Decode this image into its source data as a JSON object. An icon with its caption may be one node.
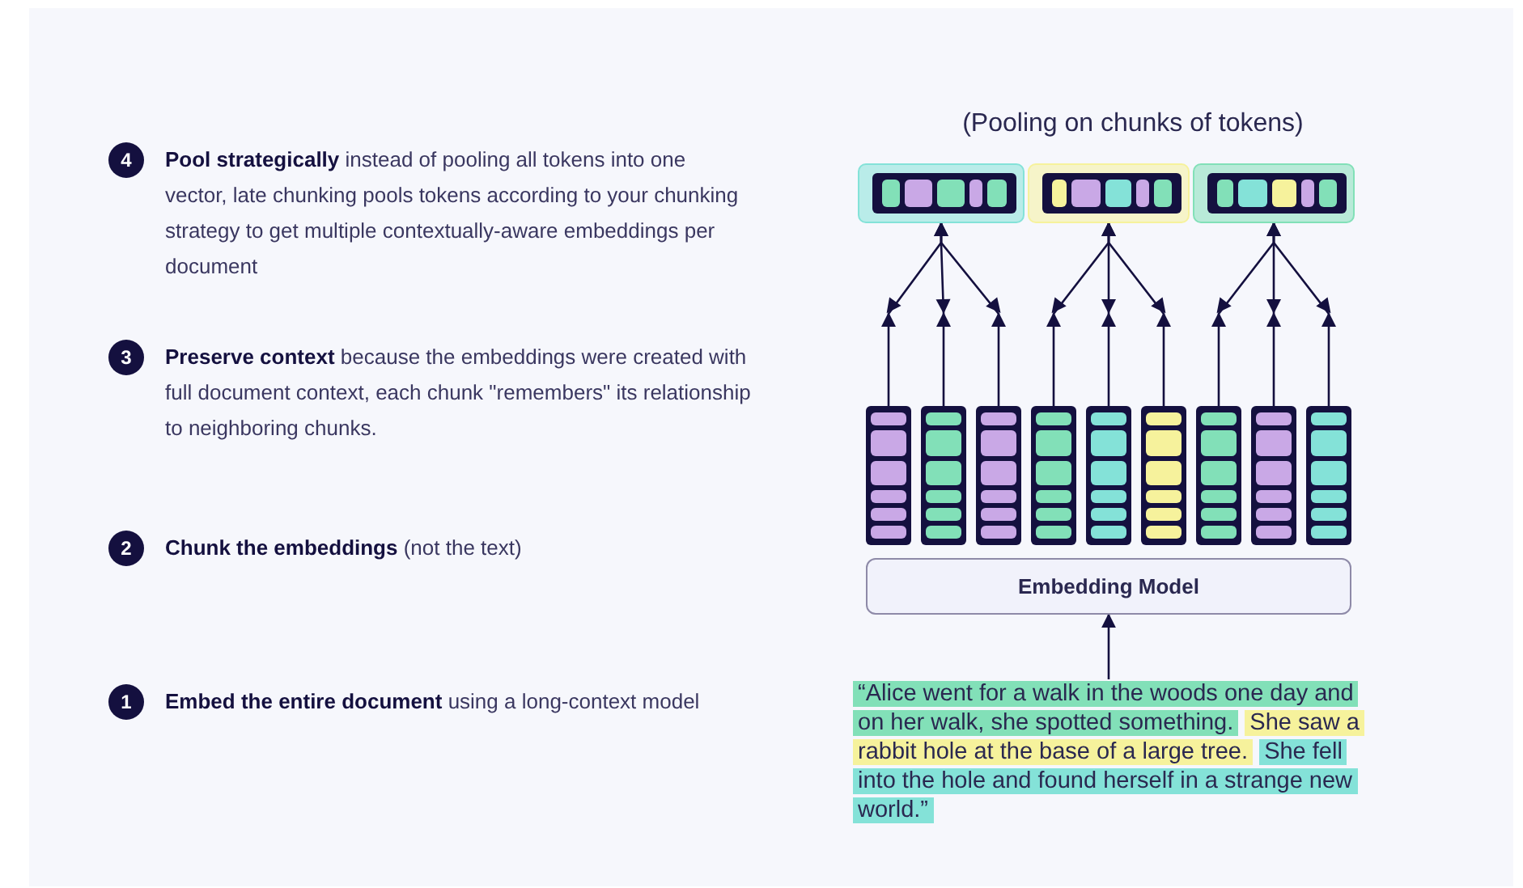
{
  "diagram": {
    "title": "(Pooling on chunks of tokens)",
    "nodes": [
      {
        "text": [],
        "shape": "bar"
      },
      {
        "text": [],
        "shape": "bar"
      },
      {
        "text": [],
        "shape": "bar"
      },
      {
        "text": [],
        "shape": "bar"
      },
      {
        "text": [],
        "shape": "bar"
      },
      {
        "text": [],
        "shape": "bar"
      },
      {
        "text": [],
        "shape": "bar"
      },
      {
        "text": [],
        "shape": "bar"
      },
      {
        "text": [],
        "shape": "bar"
      },
      {
        "text": [],
        "shape": "bar"
      },
      {
        "text": [],
        "shape": "bar"
      },
      {
        "text": [],
        "shape": "bar"
      },
      {
        "text": [
          "Embedding Model"
        ]
      },
      {
        "text": [
          "“Alice went for a walk in the woods one day and on her walk, she spotted something.",
          "She saw a rabbit hole at the base of a large tree.",
          "She fell into the hole and found herself in a strange new world.”"
        ]
      }
    ],
    "edges": [
      {
        "from": 13,
        "to": 12,
        "arrow": "to"
      },
      {
        "from": 3,
        "to": 0,
        "arrow": "to"
      },
      {
        "from": 4,
        "to": 0,
        "arrow": "to"
      },
      {
        "from": 5,
        "to": 0,
        "arrow": "to"
      },
      {
        "from": 6,
        "to": 1,
        "arrow": "to"
      },
      {
        "from": 7,
        "to": 1,
        "arrow": "to"
      },
      {
        "from": 8,
        "to": 1,
        "arrow": "to"
      },
      {
        "from": 9,
        "to": 2,
        "arrow": "to"
      },
      {
        "from": 10,
        "to": 2,
        "arrow": "to"
      },
      {
        "from": 11,
        "to": 2,
        "arrow": "to"
      }
    ],
    "labels": [
      "4",
      "**Pool strategically** instead of pooling all tokens into one vector, late chunking pools tokens according to your chunking strategy to get multiple contextually-aware embeddings per document",
      "3",
      "**Preserve context** because the embeddings were created with full document context, each chunk \"remembers\" its relationship to neighboring chunks.",
      "2",
      "**Chunk the embeddings** (not the text)",
      "1",
      "**Embed the entire document** using a long-context model"
    ]
  }
}
